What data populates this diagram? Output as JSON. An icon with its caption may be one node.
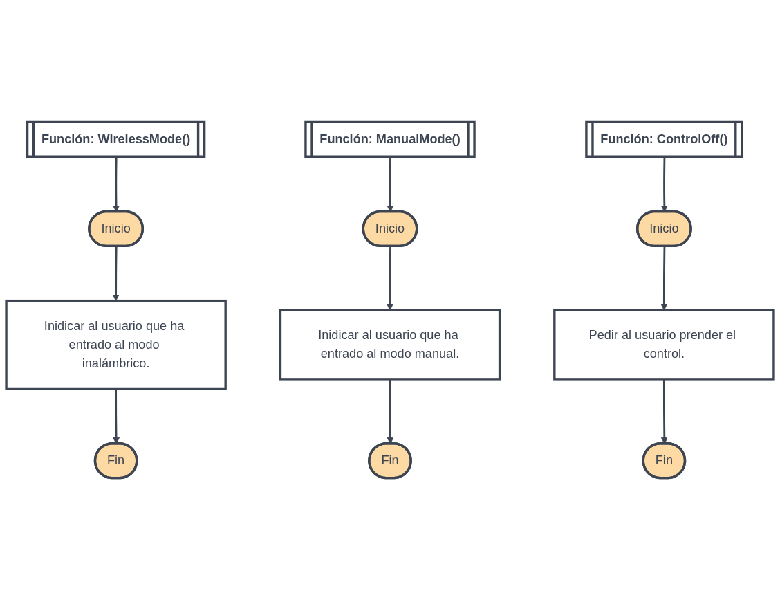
{
  "diagram": {
    "nodes": [
      {
        "text": [
          "Función: WirelessMode()"
        ]
      },
      {
        "text": [
          "Inicio"
        ]
      },
      {
        "text": [
          "Inidicar al usuario que ha entrado al modo inalámbrico."
        ]
      },
      {
        "text": [
          "Fin"
        ]
      },
      {
        "text": [
          "Función: ManualMode()"
        ]
      },
      {
        "text": [
          "Inicio"
        ]
      },
      {
        "text": [
          "Inidicar al usuario que ha entrado al modo manual."
        ]
      },
      {
        "text": [
          "Fin"
        ]
      },
      {
        "text": [
          "Función: ControlOff()"
        ]
      },
      {
        "text": [
          "Inicio"
        ]
      },
      {
        "text": [
          "Pedir al usuario prender el control."
        ]
      },
      {
        "text": [
          "Fin"
        ]
      }
    ],
    "edges": [
      {
        "from": 0,
        "to": 1,
        "arrow": "to"
      },
      {
        "from": 1,
        "to": 2,
        "arrow": "to"
      },
      {
        "from": 2,
        "to": 3,
        "arrow": "to"
      },
      {
        "from": 4,
        "to": 5,
        "arrow": "to"
      },
      {
        "from": 5,
        "to": 6,
        "arrow": "to"
      },
      {
        "from": 6,
        "to": 7,
        "arrow": "to"
      },
      {
        "from": 8,
        "to": 9,
        "arrow": "to"
      },
      {
        "from": 9,
        "to": 10,
        "arrow": "to"
      },
      {
        "from": 10,
        "to": 11,
        "arrow": "to"
      }
    ]
  }
}
